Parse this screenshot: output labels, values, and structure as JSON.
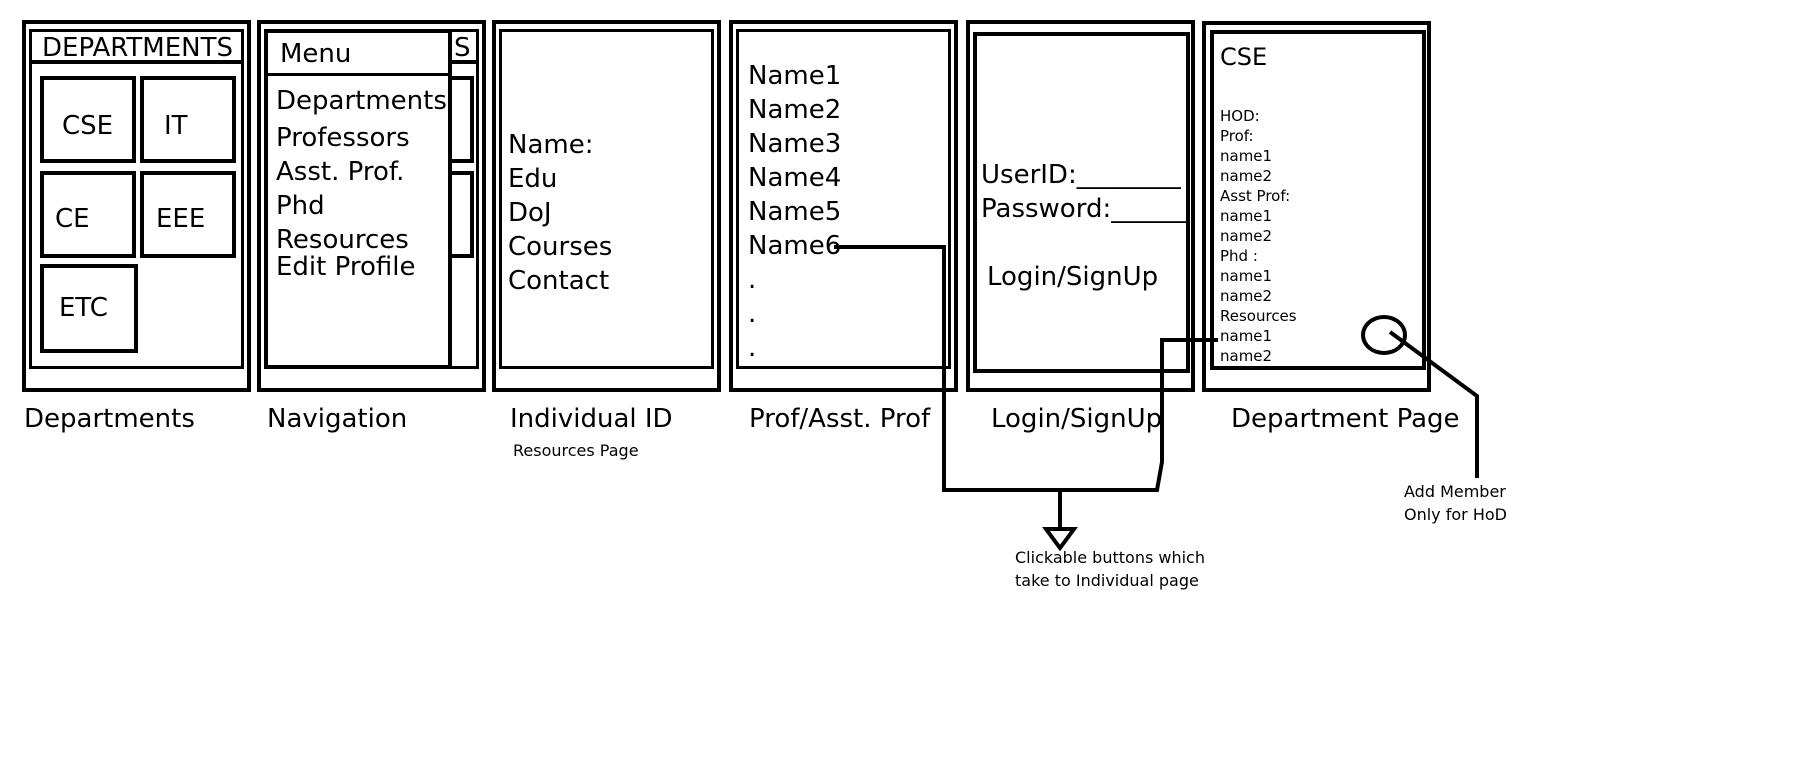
{
  "departments_panel": {
    "header": "DEPARTMENTS",
    "tiles": [
      "CSE",
      "IT",
      "CE",
      "EEE",
      "ETC"
    ],
    "caption": "Departments"
  },
  "navigation_panel": {
    "behind_header_fragment": "S",
    "menu_title": "Menu",
    "items": [
      "Departments",
      "Professors",
      "Asst. Prof.",
      "Phd",
      "Resources",
      "Edit Profile"
    ],
    "caption": "Navigation"
  },
  "individual_panel": {
    "fields": [
      "Name:",
      "Edu",
      "DoJ",
      "Courses",
      "Contact"
    ],
    "caption": "Individual ID",
    "subcaption": "Resources Page"
  },
  "prof_panel": {
    "names": [
      "Name1",
      "Name2",
      "Name3",
      "Name4",
      "Name5",
      "Name6",
      ".",
      ".",
      "."
    ],
    "caption": "Prof/Asst. Prof"
  },
  "login_panel": {
    "userid_label": "UserID:________",
    "password_label": "Password:______",
    "button": "Login/SignUp",
    "caption": "Login/SignUp"
  },
  "department_page_panel": {
    "title": "CSE",
    "lines": [
      "HOD:",
      "Prof:",
      "name1",
      "name2",
      "Asst Prof:",
      "name1",
      "name2",
      "Phd :",
      "name1",
      "name2",
      "Resources",
      "name1",
      "name2"
    ],
    "caption": "Department Page"
  },
  "annotations": {
    "clickable_note": "Clickable buttons which\ntake to Individual page",
    "add_member_note": "Add Member\nOnly for HoD"
  }
}
